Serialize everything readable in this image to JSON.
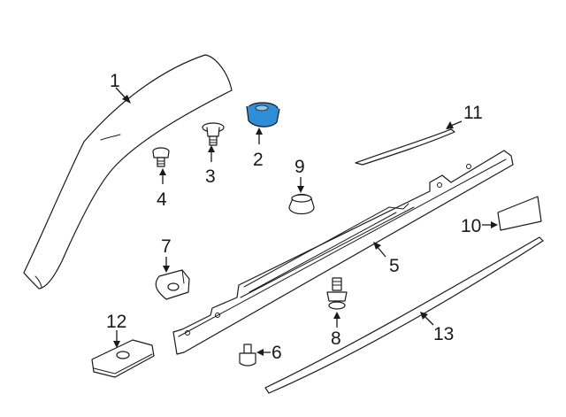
{
  "diagram": {
    "callouts": [
      {
        "id": "1",
        "label": "1"
      },
      {
        "id": "2",
        "label": "2"
      },
      {
        "id": "3",
        "label": "3"
      },
      {
        "id": "4",
        "label": "4"
      },
      {
        "id": "5",
        "label": "5"
      },
      {
        "id": "6",
        "label": "6"
      },
      {
        "id": "7",
        "label": "7"
      },
      {
        "id": "8",
        "label": "8"
      },
      {
        "id": "9",
        "label": "9"
      },
      {
        "id": "10",
        "label": "10"
      },
      {
        "id": "11",
        "label": "11"
      },
      {
        "id": "12",
        "label": "12"
      },
      {
        "id": "13",
        "label": "13"
      }
    ],
    "highlight_color": "#2e8fd8",
    "line_color": "#1a1a1a"
  }
}
